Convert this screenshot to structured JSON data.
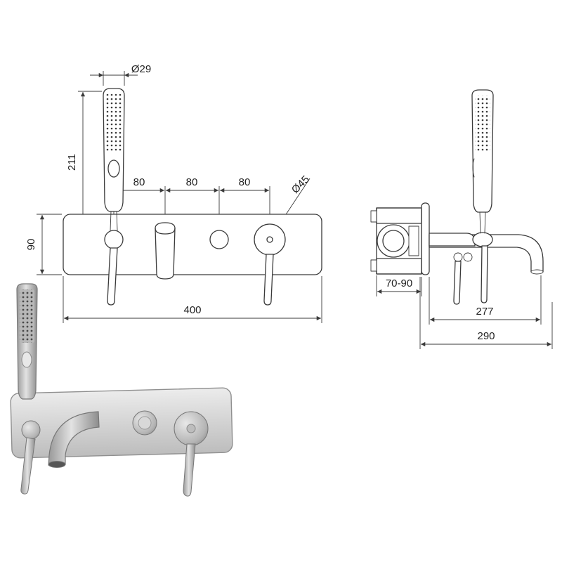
{
  "colors": {
    "background": "#ffffff",
    "line": "#3a3a3a",
    "render_metal": "#c0c0c0"
  },
  "front_view": {
    "dims": {
      "handshower_diameter": "Ø29",
      "handshower_length": "211",
      "spacing_left": "80",
      "spacing_middle": "80",
      "spacing_right": "80",
      "plate_height": "90",
      "knob_diameter": "Ø45",
      "plate_width": "400"
    }
  },
  "side_view": {
    "dims": {
      "wall_depth": "70-90",
      "spout_depth": "277",
      "total_depth": "290"
    }
  }
}
